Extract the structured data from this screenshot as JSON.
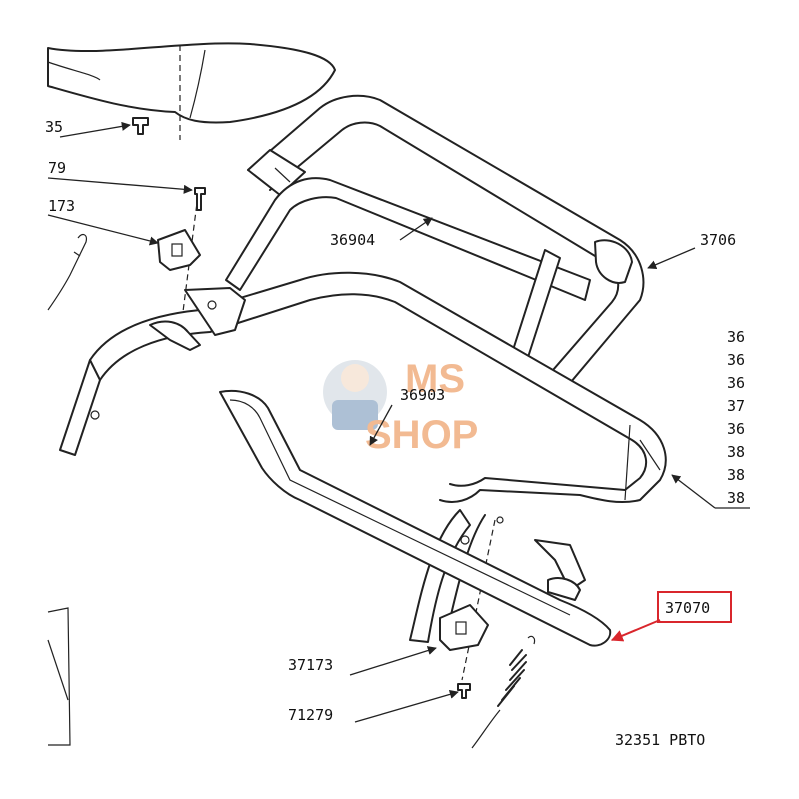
{
  "watermark": {
    "line1": "MS",
    "line2": "SHOP",
    "color": "#e8823a"
  },
  "callouts": {
    "p35": "35",
    "p79": "79",
    "p173_top": "173",
    "p36904": "36904",
    "p3706": "3706",
    "p36903": "36903",
    "p37070": "37070",
    "p37173": "37173",
    "p71279": "71279",
    "footer": "32351  PBTO"
  },
  "right_column": [
    "36",
    "36",
    "36",
    "37",
    "36",
    "38",
    "38",
    "38"
  ],
  "highlight": {
    "part": "37070",
    "color": "#d9262c"
  }
}
